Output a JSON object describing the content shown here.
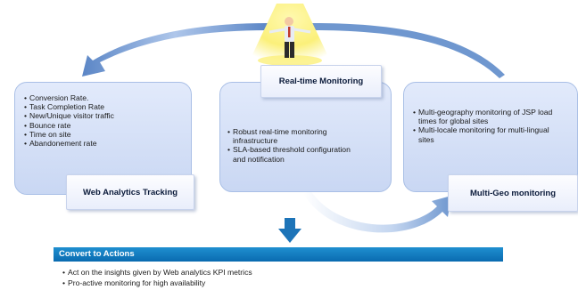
{
  "panels": {
    "web_analytics": {
      "title": "Web Analytics  Tracking",
      "items": [
        "Conversion  Rate.",
        "Task Completion  Rate",
        "New/Unique  visitor traffic",
        "Bounce rate",
        "Time on site",
        "Abandonement  rate"
      ]
    },
    "real_time": {
      "title": "Real-time Monitoring",
      "items": [
        "Robust real-time monitoring infrastructure",
        "SLA-based threshold configuration and notification"
      ]
    },
    "multi_geo": {
      "title": "Multi-Geo monitoring",
      "items": [
        "Multi-geography monitoring of JSP load times for global sites",
        "Multi-locale monitoring for multi-lingual sites"
      ]
    }
  },
  "actions": {
    "title": "Convert to Actions",
    "items": [
      "Act on the insights given by Web analytics KPI metrics",
      "Pro-active monitoring for high availability"
    ]
  },
  "colors": {
    "panel_fill": "#cfdcf5",
    "panel_border": "#a9bfe6",
    "arrow_blue": "#6f97cf",
    "action_bar": "#0a7bc2",
    "down_arrow": "#1d74b8"
  },
  "icons": [
    "businessman-spotlight-icon",
    "curved-arrow-left-icon",
    "curved-arrow-right-icon",
    "curved-arrow-bottom-icon",
    "down-arrow-icon"
  ]
}
